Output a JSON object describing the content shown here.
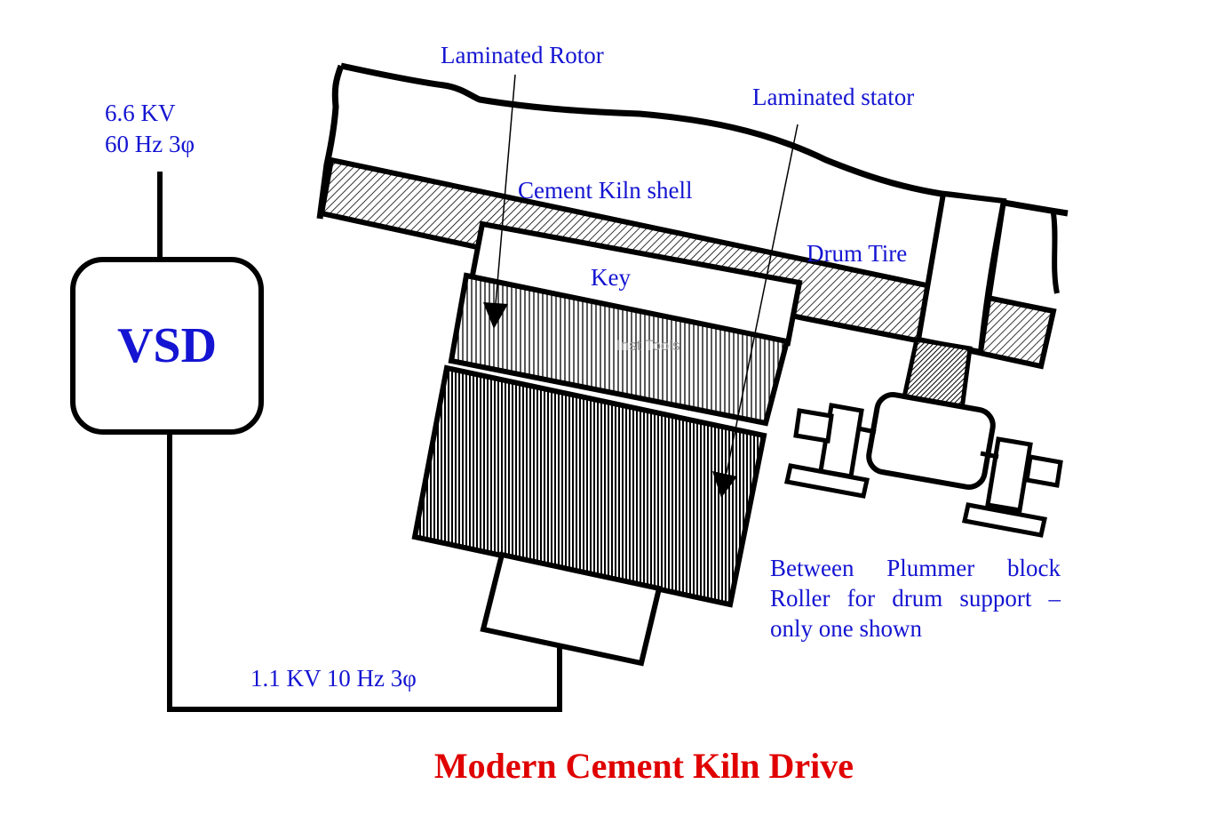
{
  "title": "Modern Cement Kiln Drive",
  "labels": {
    "supply_voltage": "6.6 KV",
    "supply_freq": "60 Hz 3φ",
    "vsd": "VSD",
    "output_supply": "1.1 KV 10 Hz 3φ",
    "laminated_rotor": "Laminated Rotor",
    "laminated_stator": "Laminated stator",
    "kiln_shell": "Cement Kiln shell",
    "drum_tire": "Drum Tire",
    "key": "Key",
    "plummer_line1": "Between Plummer block",
    "plummer_line2": "Roller for drum support –",
    "plummer_line3": "only one shown"
  },
  "watermark": "Inst Tools",
  "colors": {
    "label_blue": "#1414d2",
    "title_red": "#e00000",
    "stroke": "#000000",
    "watermark": "#9a9a9a"
  }
}
